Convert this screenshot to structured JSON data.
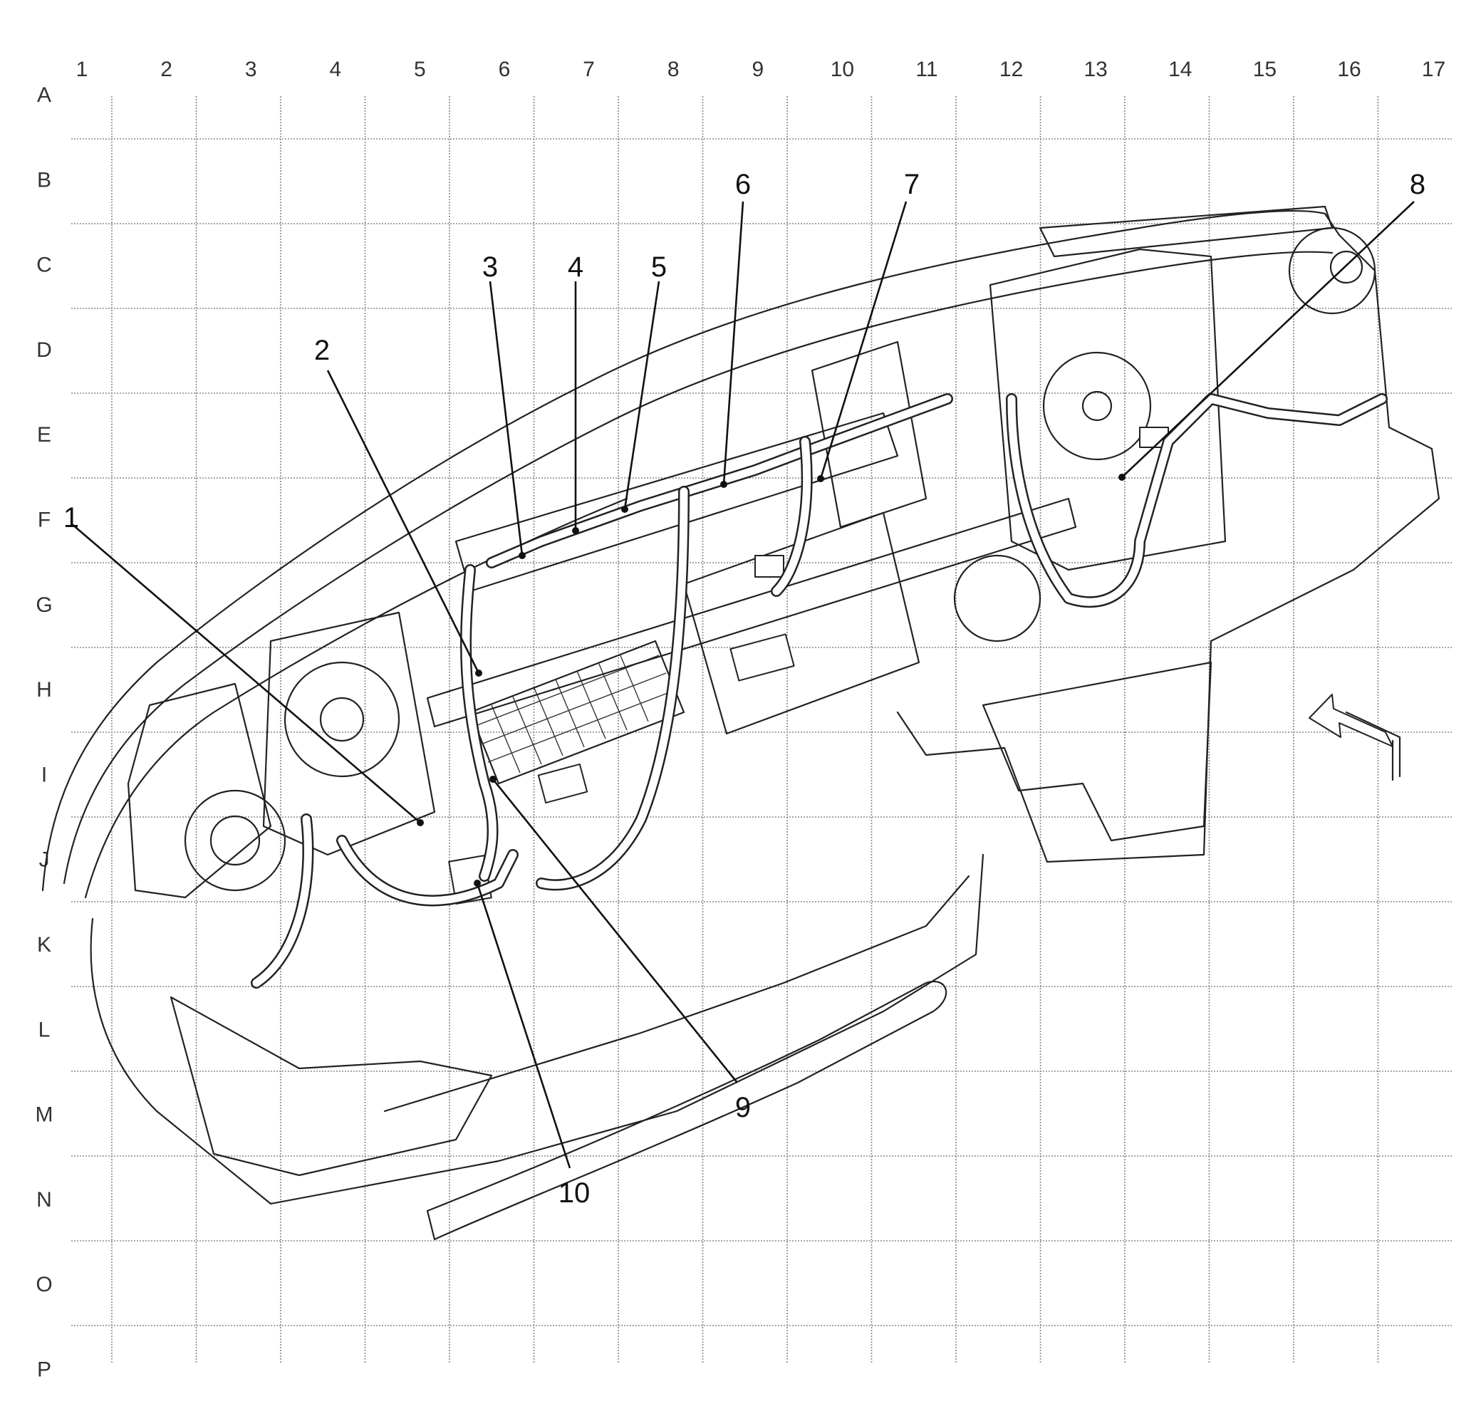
{
  "grid": {
    "columns": [
      "1",
      "2",
      "3",
      "4",
      "5",
      "6",
      "7",
      "8",
      "9",
      "10",
      "11",
      "12",
      "13",
      "14",
      "15",
      "16",
      "17"
    ],
    "rows": [
      "A",
      "B",
      "C",
      "D",
      "E",
      "F",
      "G",
      "H",
      "I",
      "J",
      "K",
      "L",
      "M",
      "N",
      "O",
      "P"
    ]
  },
  "callouts": [
    "1",
    "2",
    "3",
    "4",
    "5",
    "6",
    "7",
    "8",
    "9",
    "10"
  ],
  "icons": {
    "view_arrow": "view-direction-arrow-icon"
  },
  "colors": {
    "line": "#222222",
    "grid": "#888888",
    "background": "#ffffff"
  }
}
